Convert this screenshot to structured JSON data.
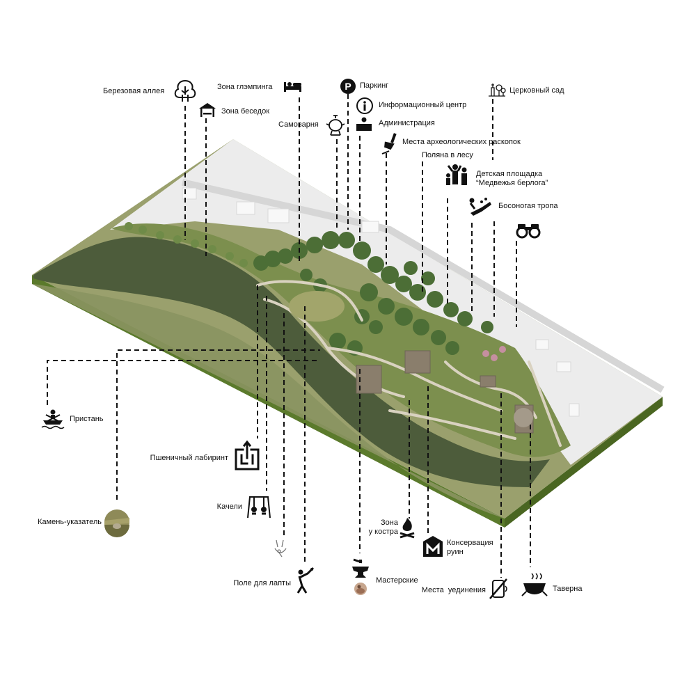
{
  "labels": {
    "birch_alley": "Березовая аллея",
    "gazebo_zone": "Зона беседок",
    "glamping_zone": "Зона глэмпинга",
    "samovar": "Самоварня",
    "parking": "Паркинг",
    "info_center": "Информационный центр",
    "administration": "Администрация",
    "archaeology": "Места археологических раскопок",
    "church_garden": "Церковный сад",
    "forest_glade": "Поляна в лесу",
    "playground_line1": "Детская площадка",
    "playground_line2": "“Медвежья берлога”",
    "barefoot_trail": "Босоногая тропа",
    "pier": "Пристань",
    "wheat_maze": "Пшеничный лабиринт",
    "swings": "Качели",
    "signpost_stone": "Камень-указатель",
    "lapta_field": "Поле для лапты",
    "workshops": "Мастерские",
    "campfire_line1": "Зона",
    "campfire_line2": "у костра",
    "ruins_line1": "Консервация",
    "ruins_line2": "руин",
    "solitude": "Места  уединения",
    "tavern": "Таверна"
  },
  "icons": {
    "birch_alley": "tree-icon",
    "gazebo_zone": "gazebo-icon",
    "glamping_zone": "bed-icon",
    "samovar": "samovar-icon",
    "parking": "parking-icon",
    "info_center": "info-icon",
    "administration": "reception-desk-icon",
    "archaeology": "shovel-icon",
    "church_garden": "garden-icon",
    "playground": "family-icon",
    "barefoot_trail": "footpath-icon",
    "binoculars": "binoculars-icon",
    "pier": "rowing-boat-icon",
    "wheat_maze": "maze-icon",
    "swings": "swing-icon",
    "signpost_stone": "stone-photo-icon",
    "hammock": "hammock-icon",
    "lapta_field": "bat-player-icon",
    "workshops": "anvil-icon",
    "pottery": "pottery-photo-icon",
    "campfire": "campfire-icon",
    "ruins": "museum-icon",
    "solitude": "no-phone-icon",
    "tavern": "cauldron-icon"
  },
  "colors": {
    "river": "#4d5c3b",
    "grass": "#8a9461",
    "forest": "#4c6e36",
    "urban": "#eeeeee",
    "slab_side": "#5b7a2c",
    "leader": "#111111"
  }
}
